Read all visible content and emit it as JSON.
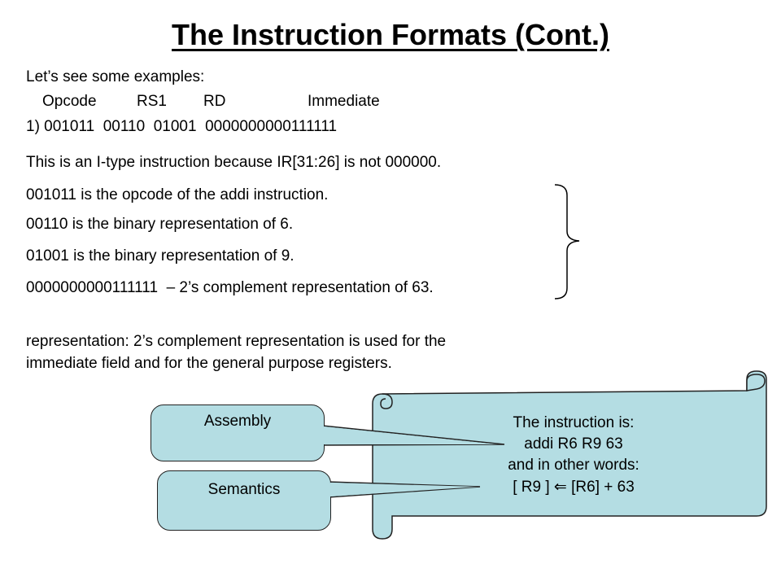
{
  "title": "The Instruction Formats (Cont.)",
  "intro": "Let’s see some examples:",
  "field_headers": {
    "opcode": "Opcode",
    "rs1": "RS1",
    "rd": "RD",
    "immediate": "Immediate"
  },
  "example_line": "1) 001011  00110  01001  0000000000111111",
  "itype_note": "This is an I-type instruction because IR[31:26] is not 000000.",
  "explanations": [
    "001011 is the opcode of the addi instruction.",
    "00110 is the binary representation of 6.",
    "01001 is the binary representation of 9.",
    "0000000000111111  – 2’s complement representation of 63."
  ],
  "representation_note": [
    "representation: 2’s complement representation is used for the",
    "immediate field and for the general purpose registers."
  ],
  "callouts": {
    "assembly": "Assembly",
    "semantics": "Semantics"
  },
  "scroll": {
    "line1": "The instruction is:",
    "line2": "addi R6 R9 63",
    "line3": "and in other words:",
    "line4_left": "[ R9 ]",
    "line4_right": "[R6] + 63"
  }
}
